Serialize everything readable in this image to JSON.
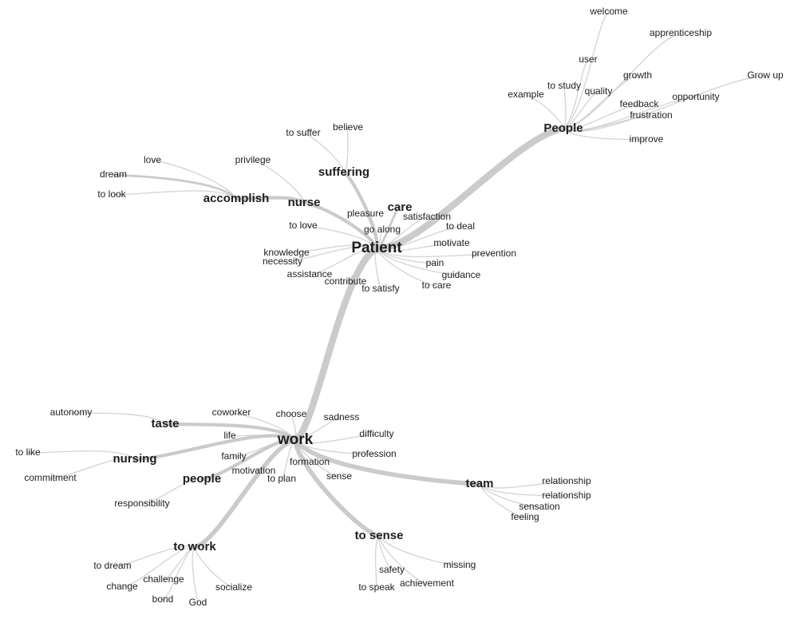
{
  "diagram": {
    "type": "word-tree",
    "colors": {
      "edge": "#c8c8c8",
      "text": "#1e1e1e",
      "background": "#ffffff"
    },
    "nodes": [
      {
        "id": "patient",
        "label": "Patient",
        "level": 0
      },
      {
        "id": "work",
        "label": "work",
        "level": 0
      },
      {
        "id": "people_top",
        "label": "People",
        "level": 1
      },
      {
        "id": "suffering",
        "label": "suffering",
        "level": 1
      },
      {
        "id": "nurse",
        "label": "nurse",
        "level": 1
      },
      {
        "id": "accomplish",
        "label": "accomplish",
        "level": 1
      },
      {
        "id": "care",
        "label": "care",
        "level": 1
      },
      {
        "id": "taste",
        "label": "taste",
        "level": 1
      },
      {
        "id": "nursing",
        "label": "nursing",
        "level": 1
      },
      {
        "id": "people_low",
        "label": "people",
        "level": 1
      },
      {
        "id": "team",
        "label": "team",
        "level": 1
      },
      {
        "id": "to_work",
        "label": "to work",
        "level": 1
      },
      {
        "id": "to_sense",
        "label": "to sense",
        "level": 1
      },
      {
        "id": "welcome",
        "label": "welcome",
        "level": 2
      },
      {
        "id": "apprenticeship",
        "label": "apprenticeship",
        "level": 2
      },
      {
        "id": "user",
        "label": "user",
        "level": 2
      },
      {
        "id": "growth",
        "label": "growth",
        "level": 2
      },
      {
        "id": "grow_up",
        "label": "Grow up",
        "level": 2
      },
      {
        "id": "to_study",
        "label": "to study",
        "level": 2
      },
      {
        "id": "quality",
        "label": "quality",
        "level": 2
      },
      {
        "id": "example",
        "label": "example",
        "level": 2
      },
      {
        "id": "opportunity",
        "label": "opportunity",
        "level": 2
      },
      {
        "id": "feedback",
        "label": "feedback",
        "level": 2
      },
      {
        "id": "frustration",
        "label": "frustration",
        "level": 2
      },
      {
        "id": "improve",
        "label": "improve",
        "level": 2
      },
      {
        "id": "to_suffer",
        "label": "to suffer",
        "level": 2
      },
      {
        "id": "believe",
        "label": "believe",
        "level": 2
      },
      {
        "id": "love",
        "label": "love",
        "level": 2
      },
      {
        "id": "privilege",
        "label": "privilege",
        "level": 2
      },
      {
        "id": "dream",
        "label": "dream",
        "level": 2
      },
      {
        "id": "to_look",
        "label": "to look",
        "level": 2
      },
      {
        "id": "pleasure",
        "label": "pleasure",
        "level": 2
      },
      {
        "id": "satisfaction",
        "label": "satisfaction",
        "level": 2
      },
      {
        "id": "to_love",
        "label": "to love",
        "level": 2
      },
      {
        "id": "go_along",
        "label": "go along",
        "level": 2
      },
      {
        "id": "to_deal",
        "label": "to deal",
        "level": 2
      },
      {
        "id": "motivate",
        "label": "motivate",
        "level": 2
      },
      {
        "id": "knowledge",
        "label": "knowledge",
        "level": 2
      },
      {
        "id": "prevention",
        "label": "prevention",
        "level": 2
      },
      {
        "id": "necessity",
        "label": "necessity",
        "level": 2
      },
      {
        "id": "pain",
        "label": "pain",
        "level": 2
      },
      {
        "id": "assistance",
        "label": "assistance",
        "level": 2
      },
      {
        "id": "guidance",
        "label": "guidance",
        "level": 2
      },
      {
        "id": "contribute",
        "label": "contribute",
        "level": 2
      },
      {
        "id": "to_care",
        "label": "to care",
        "level": 2
      },
      {
        "id": "to_satisfy",
        "label": "to satisfy",
        "level": 2
      },
      {
        "id": "autonomy",
        "label": "autonomy",
        "level": 2
      },
      {
        "id": "coworker",
        "label": "coworker",
        "level": 2
      },
      {
        "id": "choose",
        "label": "choose",
        "level": 2
      },
      {
        "id": "sadness",
        "label": "sadness",
        "level": 2
      },
      {
        "id": "life",
        "label": "life",
        "level": 2
      },
      {
        "id": "difficulty",
        "label": "difficulty",
        "level": 2
      },
      {
        "id": "to_like",
        "label": "to like",
        "level": 2
      },
      {
        "id": "family",
        "label": "family",
        "level": 2
      },
      {
        "id": "profession",
        "label": "profession",
        "level": 2
      },
      {
        "id": "formation",
        "label": "formation",
        "level": 2
      },
      {
        "id": "motivation",
        "label": "motivation",
        "level": 2
      },
      {
        "id": "commitment",
        "label": "commitment",
        "level": 2
      },
      {
        "id": "to_plan",
        "label": "to plan",
        "level": 2
      },
      {
        "id": "sense",
        "label": "sense",
        "level": 2
      },
      {
        "id": "responsibility",
        "label": "responsibility",
        "level": 2
      },
      {
        "id": "relationship_1",
        "label": "relationship",
        "level": 2
      },
      {
        "id": "relationship_2",
        "label": "relationship",
        "level": 2
      },
      {
        "id": "sensation",
        "label": "sensation",
        "level": 2
      },
      {
        "id": "feeling",
        "label": "feeling",
        "level": 2
      },
      {
        "id": "to_dream",
        "label": "to dream",
        "level": 2
      },
      {
        "id": "challenge",
        "label": "challenge",
        "level": 2
      },
      {
        "id": "change",
        "label": "change",
        "level": 2
      },
      {
        "id": "socialize",
        "label": "socialize",
        "level": 2
      },
      {
        "id": "bond",
        "label": "bond",
        "level": 2
      },
      {
        "id": "god",
        "label": "God",
        "level": 2
      },
      {
        "id": "missing",
        "label": "missing",
        "level": 2
      },
      {
        "id": "safety",
        "label": "safety",
        "level": 2
      },
      {
        "id": "achievement",
        "label": "achievement",
        "level": 2
      },
      {
        "id": "to_speak",
        "label": "to speak",
        "level": 2
      }
    ],
    "edges": [
      {
        "from": "patient",
        "to": "work",
        "weight": 6
      },
      {
        "from": "patient",
        "to": "people_top",
        "weight": 6
      },
      {
        "from": "patient",
        "to": "suffering",
        "weight": 3
      },
      {
        "from": "patient",
        "to": "nurse",
        "weight": 3
      },
      {
        "from": "patient",
        "to": "care",
        "weight": 2
      },
      {
        "from": "patient",
        "to": "pleasure",
        "weight": 1
      },
      {
        "from": "patient",
        "to": "satisfaction",
        "weight": 1
      },
      {
        "from": "patient",
        "to": "to_love",
        "weight": 1
      },
      {
        "from": "patient",
        "to": "go_along",
        "weight": 1
      },
      {
        "from": "patient",
        "to": "to_deal",
        "weight": 1
      },
      {
        "from": "patient",
        "to": "motivate",
        "weight": 1
      },
      {
        "from": "patient",
        "to": "knowledge",
        "weight": 1
      },
      {
        "from": "patient",
        "to": "prevention",
        "weight": 1
      },
      {
        "from": "patient",
        "to": "necessity",
        "weight": 1
      },
      {
        "from": "patient",
        "to": "pain",
        "weight": 1
      },
      {
        "from": "patient",
        "to": "assistance",
        "weight": 1
      },
      {
        "from": "patient",
        "to": "guidance",
        "weight": 1
      },
      {
        "from": "patient",
        "to": "contribute",
        "weight": 1
      },
      {
        "from": "patient",
        "to": "to_care",
        "weight": 1
      },
      {
        "from": "patient",
        "to": "to_satisfy",
        "weight": 1
      },
      {
        "from": "suffering",
        "to": "to_suffer",
        "weight": 1
      },
      {
        "from": "suffering",
        "to": "believe",
        "weight": 1
      },
      {
        "from": "nurse",
        "to": "accomplish",
        "weight": 3
      },
      {
        "from": "nurse",
        "to": "privilege",
        "weight": 1
      },
      {
        "from": "accomplish",
        "to": "love",
        "weight": 1
      },
      {
        "from": "accomplish",
        "to": "dream",
        "weight": 2
      },
      {
        "from": "accomplish",
        "to": "to_look",
        "weight": 1
      },
      {
        "from": "people_top",
        "to": "welcome",
        "weight": 1
      },
      {
        "from": "people_top",
        "to": "apprenticeship",
        "weight": 1
      },
      {
        "from": "people_top",
        "to": "user",
        "weight": 1
      },
      {
        "from": "people_top",
        "to": "growth",
        "weight": 1
      },
      {
        "from": "people_top",
        "to": "grow_up",
        "weight": 1
      },
      {
        "from": "people_top",
        "to": "to_study",
        "weight": 1
      },
      {
        "from": "people_top",
        "to": "quality",
        "weight": 1
      },
      {
        "from": "people_top",
        "to": "example",
        "weight": 1
      },
      {
        "from": "people_top",
        "to": "opportunity",
        "weight": 1
      },
      {
        "from": "people_top",
        "to": "feedback",
        "weight": 1
      },
      {
        "from": "people_top",
        "to": "frustration",
        "weight": 1
      },
      {
        "from": "people_top",
        "to": "improve",
        "weight": 1
      },
      {
        "from": "work",
        "to": "taste",
        "weight": 3
      },
      {
        "from": "work",
        "to": "nursing",
        "weight": 3
      },
      {
        "from": "work",
        "to": "people_low",
        "weight": 3
      },
      {
        "from": "work",
        "to": "team",
        "weight": 4
      },
      {
        "from": "work",
        "to": "to_work",
        "weight": 4
      },
      {
        "from": "work",
        "to": "to_sense",
        "weight": 4
      },
      {
        "from": "work",
        "to": "coworker",
        "weight": 1
      },
      {
        "from": "work",
        "to": "choose",
        "weight": 1
      },
      {
        "from": "work",
        "to": "sadness",
        "weight": 1
      },
      {
        "from": "work",
        "to": "life",
        "weight": 1
      },
      {
        "from": "work",
        "to": "difficulty",
        "weight": 1
      },
      {
        "from": "work",
        "to": "family",
        "weight": 1
      },
      {
        "from": "work",
        "to": "profession",
        "weight": 1
      },
      {
        "from": "work",
        "to": "formation",
        "weight": 1
      },
      {
        "from": "work",
        "to": "motivation",
        "weight": 1
      },
      {
        "from": "work",
        "to": "to_plan",
        "weight": 1
      },
      {
        "from": "work",
        "to": "sense",
        "weight": 1
      },
      {
        "from": "taste",
        "to": "autonomy",
        "weight": 1
      },
      {
        "from": "nursing",
        "to": "to_like",
        "weight": 1
      },
      {
        "from": "nursing",
        "to": "commitment",
        "weight": 1
      },
      {
        "from": "people_low",
        "to": "responsibility",
        "weight": 1
      },
      {
        "from": "team",
        "to": "relationship_1",
        "weight": 1
      },
      {
        "from": "team",
        "to": "relationship_2",
        "weight": 1
      },
      {
        "from": "team",
        "to": "sensation",
        "weight": 1
      },
      {
        "from": "team",
        "to": "feeling",
        "weight": 1
      },
      {
        "from": "to_work",
        "to": "to_dream",
        "weight": 1
      },
      {
        "from": "to_work",
        "to": "challenge",
        "weight": 1
      },
      {
        "from": "to_work",
        "to": "change",
        "weight": 1
      },
      {
        "from": "to_work",
        "to": "socialize",
        "weight": 1
      },
      {
        "from": "to_work",
        "to": "bond",
        "weight": 1
      },
      {
        "from": "to_work",
        "to": "god",
        "weight": 1
      },
      {
        "from": "to_sense",
        "to": "missing",
        "weight": 1
      },
      {
        "from": "to_sense",
        "to": "safety",
        "weight": 1
      },
      {
        "from": "to_sense",
        "to": "achievement",
        "weight": 1
      },
      {
        "from": "to_sense",
        "to": "to_speak",
        "weight": 1
      }
    ]
  }
}
